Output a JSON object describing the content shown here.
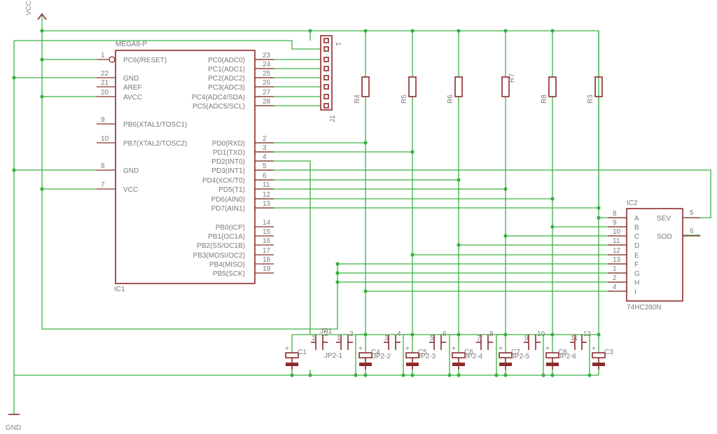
{
  "supply": {
    "vcc": "VCC",
    "gnd": "GND"
  },
  "ic1": {
    "part": "MEGA8-P",
    "ref": "IC1",
    "left_pins": [
      {
        "num": "1",
        "name": "PC6(/RESET)"
      },
      {
        "num": "22",
        "name": "GND"
      },
      {
        "num": "21",
        "name": "AREF"
      },
      {
        "num": "20",
        "name": "AVCC"
      },
      {
        "num": "9",
        "name": "PB6(XTAL1/TOSC1)"
      },
      {
        "num": "10",
        "name": "PB7(XTAL2/TOSC2)"
      },
      {
        "num": "8",
        "name": "GND"
      },
      {
        "num": "7",
        "name": "VCC"
      }
    ],
    "right_pins": [
      {
        "num": "23",
        "name": "PC0(ADC0)"
      },
      {
        "num": "24",
        "name": "PC1(ADC1)"
      },
      {
        "num": "25",
        "name": "PC2(ADC2)"
      },
      {
        "num": "26",
        "name": "PC3(ADC3)"
      },
      {
        "num": "27",
        "name": "PC4(ADC4/SDA)"
      },
      {
        "num": "28",
        "name": "PC5(ADC5/SCL)"
      },
      {
        "num": "2",
        "name": "PD0(RXD)"
      },
      {
        "num": "3",
        "name": "PD1(TXD)"
      },
      {
        "num": "4",
        "name": "PD2(INT0)"
      },
      {
        "num": "5",
        "name": "PD3(INT1)"
      },
      {
        "num": "6",
        "name": "PD4(XCK/T0)"
      },
      {
        "num": "11",
        "name": "PD5(T1)"
      },
      {
        "num": "12",
        "name": "PD6(AIN0)"
      },
      {
        "num": "13",
        "name": "PD7(AIN1)"
      },
      {
        "num": "14",
        "name": "PB0(ICP)"
      },
      {
        "num": "15",
        "name": "PB1(OC1A)"
      },
      {
        "num": "16",
        "name": "PB2(SS/OC1B)"
      },
      {
        "num": "17",
        "name": "PB3(MOSI/OC2)"
      },
      {
        "num": "18",
        "name": "PB4(MISO)"
      },
      {
        "num": "19",
        "name": "PB5(SCK)"
      }
    ]
  },
  "ic2": {
    "ref": "IC2",
    "part": "74HC280N",
    "inputs": [
      {
        "num": "8",
        "name": "A"
      },
      {
        "num": "9",
        "name": "B"
      },
      {
        "num": "10",
        "name": "C"
      },
      {
        "num": "11",
        "name": "D"
      },
      {
        "num": "12",
        "name": "E"
      },
      {
        "num": "13",
        "name": "F"
      },
      {
        "num": "1",
        "name": "G"
      },
      {
        "num": "2",
        "name": "H"
      },
      {
        "num": "4",
        "name": "I"
      }
    ],
    "outputs": [
      {
        "num": "5",
        "name": "SEV"
      },
      {
        "num": "6",
        "name": "SOD"
      }
    ]
  },
  "connector": {
    "ref": "J1",
    "pin1": "1"
  },
  "resistors": [
    "R4",
    "R5",
    "R6",
    "R7",
    "R8",
    "R3"
  ],
  "capacitors": [
    "C1",
    "C4",
    "C5",
    "C6",
    "C7",
    "C8",
    "C3"
  ],
  "jumpers": [
    {
      "ref": "JP1",
      "pins": [
        "1",
        "2"
      ]
    },
    {
      "ref": "JP2-1",
      "pins": [
        "1",
        "2"
      ]
    },
    {
      "ref": "JP2-2",
      "pins": [
        "3",
        "4"
      ]
    },
    {
      "ref": "JP2-3",
      "pins": [
        "5",
        "6"
      ]
    },
    {
      "ref": "JP2-4",
      "pins": [
        "7",
        "8"
      ]
    },
    {
      "ref": "JP2-5",
      "pins": [
        "9",
        "10"
      ]
    },
    {
      "ref": "JP2-6",
      "pins": [
        "11",
        "12"
      ]
    }
  ],
  "colors": {
    "wire": "#3cb043",
    "part": "#8e2a2a",
    "text": "#7a7a7a",
    "background": "#ffffff"
  }
}
